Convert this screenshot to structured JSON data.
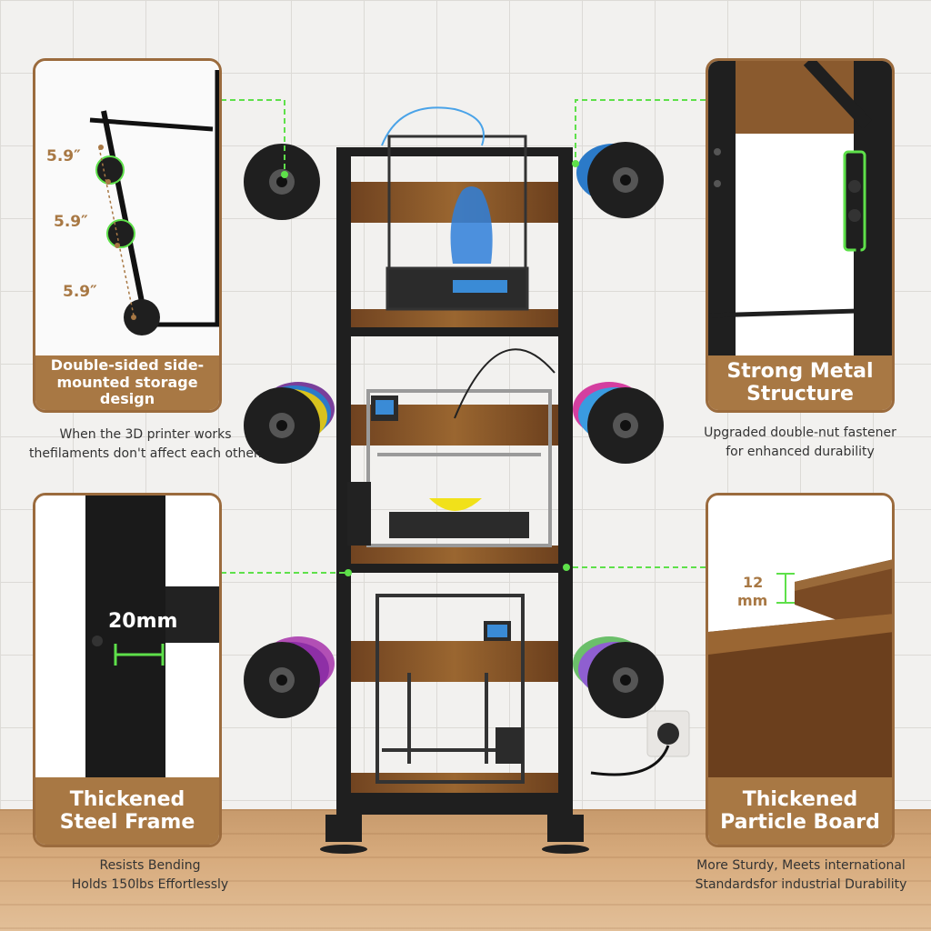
{
  "panels": {
    "top_left": {
      "caption": "Double-sided side-mounted storage design",
      "measurements": [
        "5.9″",
        "5.9″",
        "5.9″"
      ],
      "description": [
        "When the 3D printer works",
        "thefilaments don't affect each other."
      ]
    },
    "top_right": {
      "caption": "Strong Metal Structure",
      "description": [
        "Upgraded double-nut fastener",
        "for enhanced durability"
      ]
    },
    "bottom_left": {
      "caption": "Thickened Steel Frame",
      "measurement": "20mm",
      "description": [
        "Resists Bending",
        "Holds 150lbs Effortlessly"
      ]
    },
    "bottom_right": {
      "caption": "Thickened Particle Board",
      "measurement_value": "12",
      "measurement_unit": "mm",
      "description": [
        "More Sturdy, Meets international",
        "Standardsfor industrial Durability"
      ]
    }
  },
  "colors": {
    "accent_brown": "#a87844",
    "callout_green": "#5ee04a",
    "frame_black": "#1f1f1f",
    "wood": "#8a5a2e"
  }
}
